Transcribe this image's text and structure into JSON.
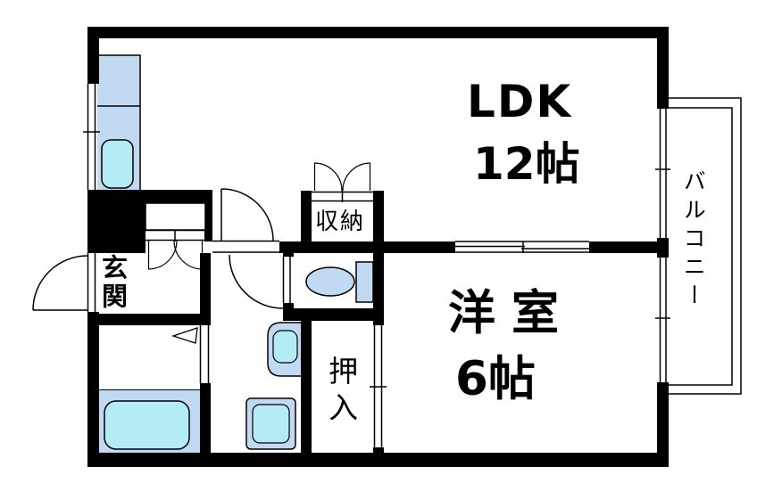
{
  "floorplan": {
    "rooms": {
      "ldk": {
        "name": "LDK",
        "size": "12帖"
      },
      "western_room": {
        "name": "洋室",
        "size": "6帖"
      },
      "entrance": {
        "name": "玄関"
      },
      "storage": {
        "name": "収納"
      },
      "futon_closet": {
        "name": "押入"
      },
      "balcony": {
        "name": "バルコニー"
      }
    },
    "colors": {
      "wall": "#000000",
      "fixture_light_blue": "#c1d9f2",
      "fixture_cyan": "#b4ecf6",
      "background": "#ffffff"
    },
    "fixtures": [
      "kitchen-counter-icon",
      "kitchen-sink-icon",
      "bathtub-icon",
      "washbasin-icon",
      "washing-machine-pan-icon",
      "toilet-icon",
      "entrance-door-icon",
      "hinged-door-icon",
      "double-door-closet-icon",
      "sliding-door-icon",
      "folding-door-icon",
      "window-icon",
      "balcony-railing-icon"
    ]
  }
}
